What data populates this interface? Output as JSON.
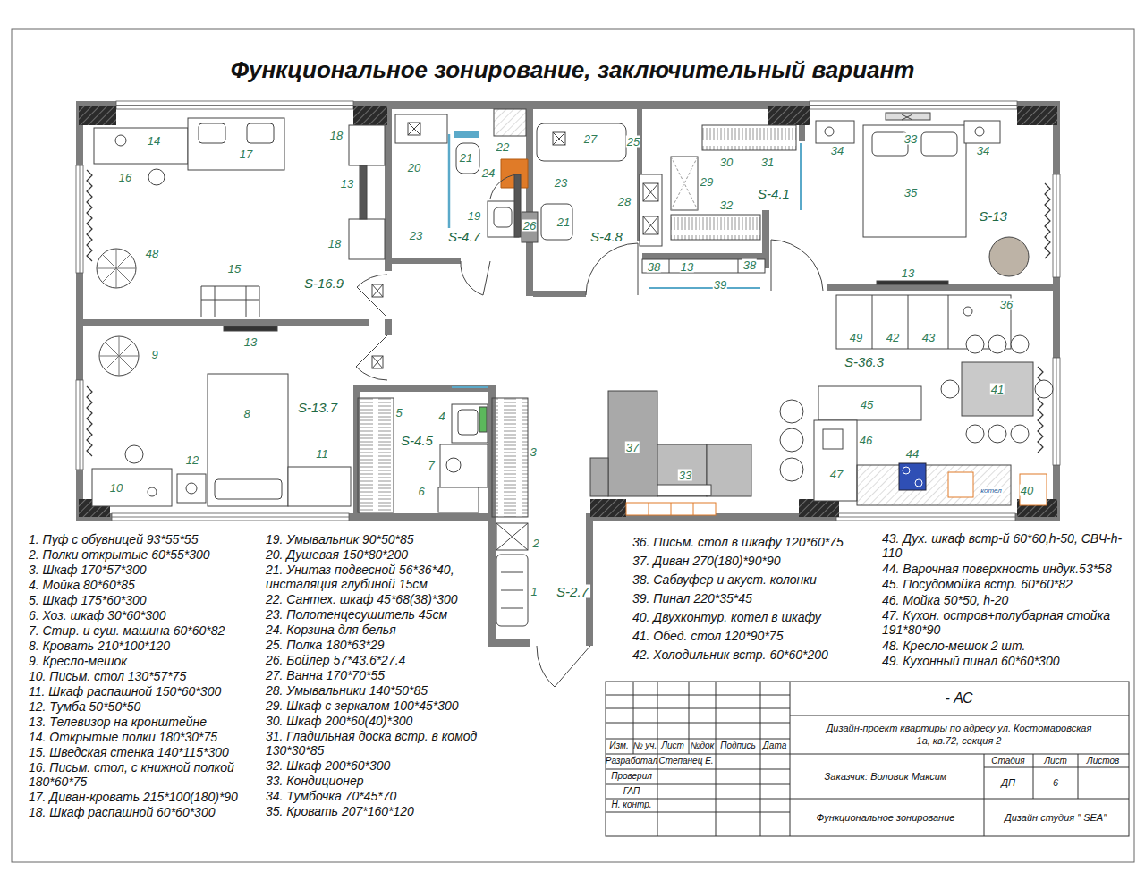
{
  "diagram": {
    "title": "Функциональное зонирование, заключительный вариант",
    "labels": [
      "14",
      "17",
      "18",
      "16",
      "13",
      "18",
      "48",
      "15",
      "S-16.9",
      "20",
      "22",
      "21",
      "24",
      "27",
      "25",
      "23",
      "19",
      "26",
      "21",
      "23",
      "S-4.7",
      "S-4.8",
      "28",
      "30",
      "31",
      "29",
      "32",
      "S-4.1",
      "34",
      "33",
      "34",
      "35",
      "S-13",
      "38",
      "13",
      "38",
      "39",
      "13",
      "36",
      "49",
      "42",
      "43",
      "S-36.3",
      "41",
      "45",
      "46",
      "44",
      "47",
      "40",
      "котел",
      "37",
      "33",
      "13",
      "9",
      "8",
      "S-13.7",
      "5",
      "4",
      "3",
      "S-4.5",
      "7",
      "6",
      "11",
      "12",
      "10",
      "2",
      "1",
      "S-2.7",
      "- АС",
      "Дизайн-проект квартиры по адресу ул. Костомаровская 1а, кв.72, секция 2",
      "Изм.",
      "№ уч.",
      "Лист",
      "№док",
      "Подпись",
      "Дата",
      "Разработал",
      "Степанец Е.",
      "Проверил",
      "ГАП",
      "Н. контр.",
      "Заказчик: Воловик Максим",
      "Стадия",
      "Лист",
      "Листов",
      "ДП",
      "6",
      "Функциональное зонирование",
      "Дизайн студия \" SEA\"",
      "1. Пуф с обувницей 93*55*55",
      "2. Полки открытые 60*55*300",
      "3. Шкаф  170*57*300",
      "4. Мойка 80*60*85",
      "5. Шкаф 175*60*300",
      "6. Хоз. шкаф 30*60*300",
      "7. Стир. и суш. машина 60*60*82",
      "8. Кровать 210*100*120",
      "9. Кресло-мешок",
      "10. Письм. стол 130*57*75",
      "11. Шкаф распашной 150*60*300",
      "12. Тумба 50*50*50",
      "13. Телевизор на кронштейне",
      "14. Открытые полки 180*30*75",
      "15. Шведская стенка 140*115*300",
      "16. Письм. стол, с книжной полкой 180*60*75",
      "17. Диван-кровать 215*100(180)*90",
      "18. Шкаф распашной 60*60*300",
      "19. Умывальник 90*50*85",
      "20. Душевая 150*80*200",
      "21. Унитаз подвесной 56*36*40, инсталяция глубиной 15см",
      "22. Сантех. шкаф 45*68(38)*300",
      "23. Полотенцесушитель 45см",
      "24. Корзина для белья",
      "25. Полка 180*63*29",
      "26. Бойлер 57*43.6*27.4",
      "27. Ванна 170*70*55",
      "28. Умывальники 140*50*85",
      "29. Шкаф с зеркалом 100*45*300",
      "30. Шкаф 200*60(40)*300",
      "31. Гладильная доска встр. в комод 130*30*85",
      "32. Шкаф 200*60*300",
      "33. Кондиционер",
      "34. Тумбочка  70*45*70",
      "35. Кровать 207*160*120",
      "36. Письм. стол в шкафу 120*60*75",
      "37. Диван 270(180)*90*90",
      "38. Сабвуфер и акуст. колонки",
      "39. Пинал 220*35*45",
      "40. Двухконтур. котел в шкафу",
      "41. Обед. стол 120*90*75",
      "42. Холодильник встр. 60*60*200",
      "43. Дух. шкаф встр-й 60*60,h-50, СВЧ-h-110",
      "44. Варочная поверхность индук.53*58",
      "45. Посудомойка встр. 60*60*82",
      "46. Мойка 50*50, h-20",
      "47. Кухон. остров+полубарная стойка 191*80*90",
      "48. Кресло-мешок 2 шт.",
      "49. Кухонный пинал 60*60*300"
    ]
  }
}
